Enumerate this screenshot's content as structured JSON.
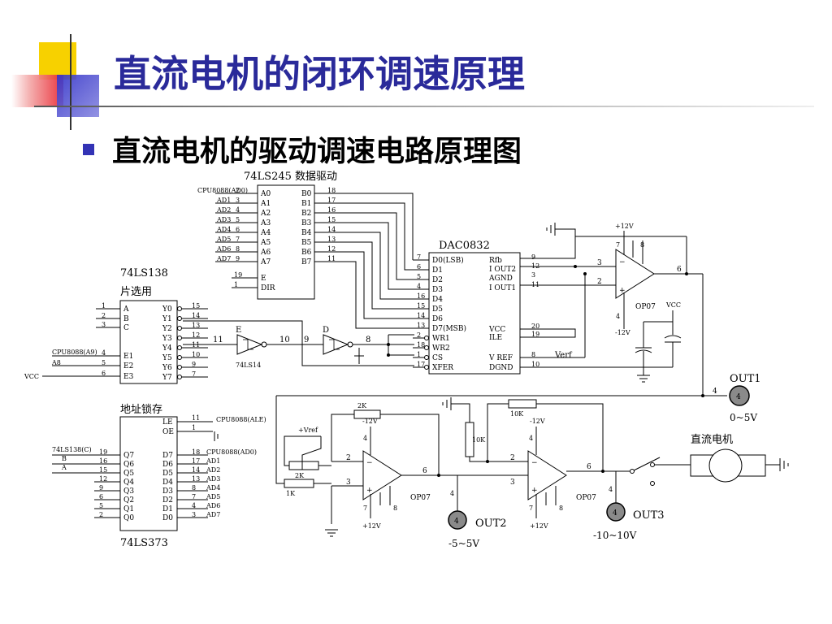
{
  "slide": {
    "title": "直流电机的闭环调速原理",
    "bullet_text": "直流电机的驱动调速电路原理图"
  },
  "diagram": {
    "u245": {
      "title": "74LS245 数据驱动",
      "in_labels": [
        "A0",
        "A1",
        "A2",
        "A3",
        "A4",
        "A5",
        "A6",
        "A7"
      ],
      "out_labels": [
        "B0",
        "B1",
        "B2",
        "B3",
        "B4",
        "B5",
        "B6",
        "B7"
      ],
      "signals": [
        "CPU8088(AD0)",
        "AD1",
        "AD2",
        "AD3",
        "AD4",
        "AD5",
        "AD6",
        "AD7"
      ],
      "in_pins": [
        "2",
        "3",
        "4",
        "5",
        "6",
        "7",
        "8",
        "9"
      ],
      "out_pins": [
        "18",
        "17",
        "16",
        "15",
        "14",
        "13",
        "12",
        "11"
      ],
      "e_label": "E",
      "dir_label": "DIR",
      "e_pin": "19",
      "dir_pin": "1"
    },
    "dac": {
      "title": "DAC0832",
      "left_labels": [
        "D0(LSB)",
        "D1",
        "D2",
        "D3",
        "D4",
        "D5",
        "D6",
        "D7(MSB)",
        "WR1",
        "WR2",
        "CS",
        "XFER"
      ],
      "left_pins": [
        "7",
        "6",
        "5",
        "4",
        "16",
        "15",
        "14",
        "13",
        "2",
        "18",
        "1",
        "17"
      ],
      "right_labels": [
        "Rfb",
        "I OUT2",
        "AGND",
        "I OUT1",
        "VCC",
        "ILE",
        "V REF",
        "DGND"
      ],
      "right_pins": [
        "9",
        "12",
        "3",
        "11",
        "20",
        "19",
        "8",
        "10"
      ],
      "vref_label": "Verf"
    },
    "u138": {
      "title": "74LS138",
      "subtitle": "片选用",
      "in_labels": [
        "A",
        "B",
        "C",
        "E1",
        "E2",
        "E3"
      ],
      "in_pins": [
        "1",
        "2",
        "3",
        "4",
        "5",
        "6"
      ],
      "out_labels": [
        "Y0",
        "Y1",
        "Y2",
        "Y3",
        "Y4",
        "Y5",
        "Y6",
        "Y7"
      ],
      "out_pins": [
        "15",
        "14",
        "13",
        "12",
        "11",
        "10",
        "9",
        "7"
      ],
      "e1_signal": "CPU8088(A9)",
      "e2_signal": "A8",
      "vcc_label": "VCC"
    },
    "gates": {
      "e_label": "E",
      "d_label": "D",
      "e_part": "74LS14",
      "pin_numbers": [
        "11",
        "10",
        "9",
        "8"
      ]
    },
    "op1": {
      "label": "OP07",
      "vcc_label": "VCC",
      "plus12": "+12V",
      "minus12": "-12V",
      "pins": [
        "3",
        "2",
        "6",
        "4",
        "7",
        "8"
      ]
    },
    "u373": {
      "title": "地址锁存",
      "bottom_title": "74LS373",
      "le_label": "LE",
      "oe_label": "OE",
      "le_pin": "11",
      "oe_pin": "1",
      "le_signal": "CPU8088(ALE)",
      "q_labels": [
        "Q7",
        "Q6",
        "Q5",
        "Q4",
        "Q3",
        "Q2",
        "Q1",
        "Q0"
      ],
      "q_pins": [
        "19",
        "16",
        "15",
        "12",
        "9",
        "6",
        "5",
        "2"
      ],
      "d_labels": [
        "D7",
        "D6",
        "D5",
        "D4",
        "D3",
        "D2",
        "D1",
        "D0"
      ],
      "d_pins": [
        "18",
        "17",
        "14",
        "13",
        "8",
        "7",
        "4",
        "3"
      ],
      "d_signals": [
        "CPU8088(AD0)",
        "AD1",
        "AD2",
        "AD3",
        "AD4",
        "AD5",
        "AD6",
        "AD7"
      ],
      "q7_signal": "74LS138(C)",
      "q6_signal": "B",
      "q5_signal": "A"
    },
    "op2": {
      "label": "OP07",
      "r2k_top": "2K",
      "r2k": "2K",
      "r1k": "1K",
      "vref": "+Vref",
      "plus12": "+12V",
      "minus12": "-12V",
      "pins": [
        "2",
        "3",
        "6",
        "4",
        "7",
        "8"
      ]
    },
    "op3": {
      "label": "OP07",
      "r10k_top": "10K",
      "r10k": "10K",
      "plus12": "+12V",
      "minus12": "-12V",
      "pins": [
        "2",
        "3",
        "6",
        "4",
        "7",
        "8"
      ]
    },
    "outputs": {
      "out1": "OUT1",
      "out1_range": "0~5V",
      "out2": "OUT2",
      "out2_range": "-5~5V",
      "out3": "OUT3",
      "out3_range": "-10~10V",
      "node_pin": "4"
    },
    "motor": {
      "label": "直流电机"
    }
  }
}
